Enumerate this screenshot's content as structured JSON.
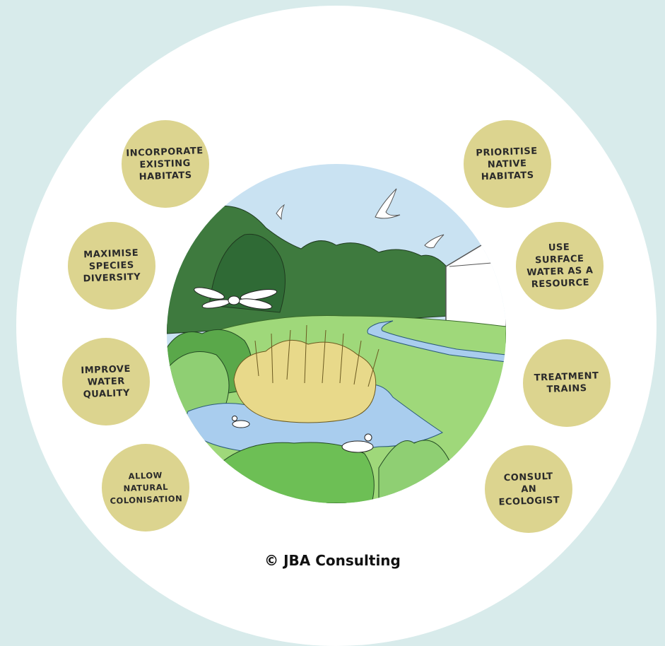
{
  "badges": {
    "incorporate": "INCORPORATE\nEXISTING\nHABITATS",
    "maximise": "MAXIMISE\nSPECIES\nDIVERSITY",
    "improve": "IMPROVE\nWATER\nQUALITY",
    "allow": "ALLOW\nNATURAL\nCOLONISATION",
    "prioritise": "PRIORITISE\nNATIVE\nHABITATS",
    "surface": "USE\nSURFACE\nWATER AS A\nRESOURCE",
    "treatment": "TREATMENT\nTRAINS",
    "consult": "CONSULT\nAN\nECOLOGIST"
  },
  "credit": "© JBA Consulting",
  "colors": {
    "background": "#d8ebeb",
    "badge": "#dcd48f",
    "sky": "#c9e2f2",
    "dark_tree": "#3e7a3e",
    "grass": "#9fd87a",
    "water": "#a9cdee",
    "reeds": "#e8d98a"
  }
}
